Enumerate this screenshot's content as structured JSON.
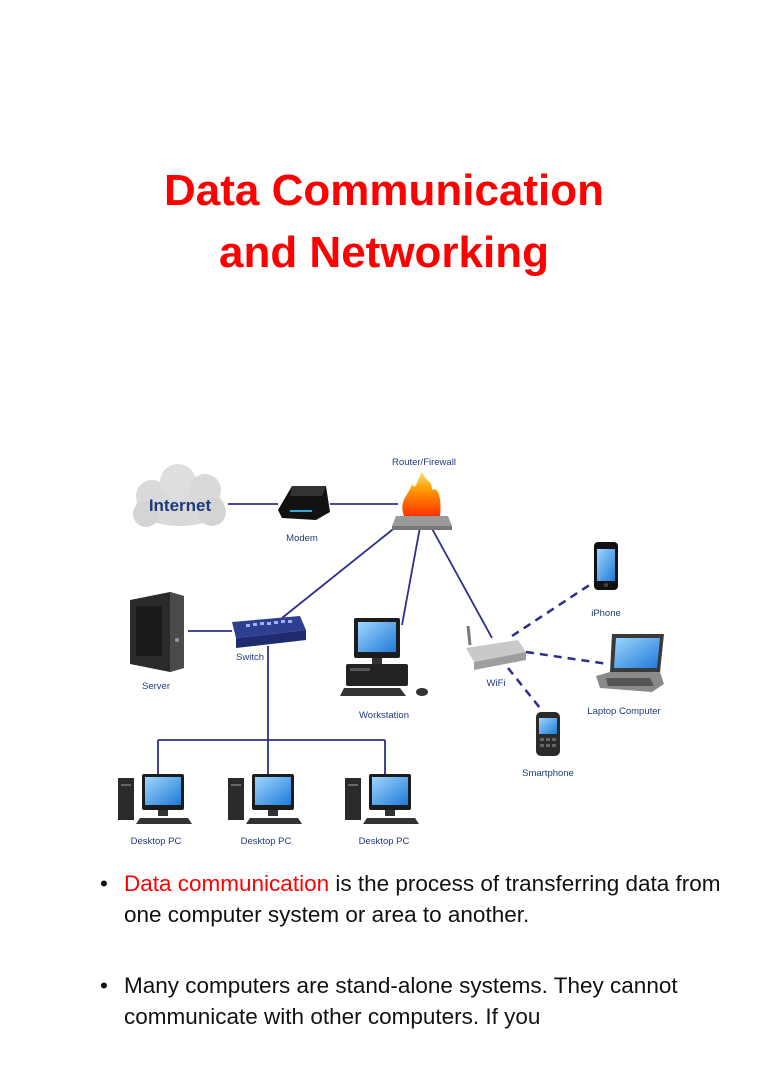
{
  "title": {
    "line1": "Data Communication",
    "line2": "and Networking"
  },
  "diagram": {
    "internet": "Internet",
    "modem": "Modem",
    "router": "Router/Firewall",
    "switch": "Switch",
    "server": "Server",
    "workstation": "Workstation",
    "wifi": "WiFi",
    "iphone": "iPhone",
    "laptop": "Laptop Computer",
    "smartphone": "Smartphone",
    "desktop1": "Desktop PC",
    "desktop2": "Desktop PC",
    "desktop3": "Desktop PC"
  },
  "bullets": [
    {
      "highlight": "Data communication",
      "text": " is the process of transferring data from one computer system or area to another."
    },
    {
      "text": "Many computers are stand-alone systems. They cannot communicate with other computers. If you"
    }
  ],
  "colors": {
    "title": "#ff0000",
    "link": "#2b2e8f"
  }
}
